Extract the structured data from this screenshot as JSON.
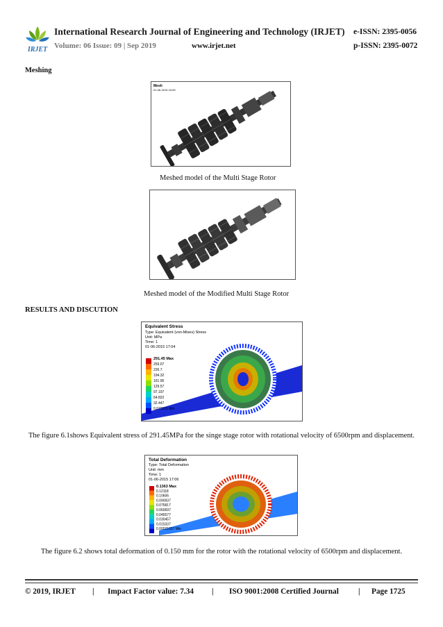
{
  "header": {
    "logo_text": "IRJET",
    "journal_title": "International Research Journal of Engineering and Technology (IRJET)",
    "eissn": "e-ISSN: 2395-0056",
    "volume": "Volume: 06 Issue: 09 | Sep 2019",
    "website": "www.irjet.net",
    "pissn": "p-ISSN: 2395-0072"
  },
  "sections": {
    "meshing_heading": "Meshing",
    "results_heading": "RESULTS AND DISCUTION"
  },
  "figures": {
    "fig1": {
      "label_title": "Mesh",
      "label_date": "01-06-2015 16:59",
      "caption": "Meshed   model of the Multi Stage Rotor"
    },
    "fig2": {
      "caption": "Meshed model of the Modified   Multi Stage Rotor"
    },
    "fig3": {
      "title": "Equivalent Stress",
      "type": "Type: Equivalent (von-Mises) Stress",
      "unit": "Unit: MPa",
      "time": "Time: 1",
      "date": "01-06-2015 17:04",
      "legend_max": "291.45 Max",
      "legend_values": [
        "259.07",
        "226.7",
        "194.32",
        "161.95",
        "129.57",
        "97.197",
        "64.822",
        "32.447",
        "0.072161 Min"
      ],
      "legend_colors": [
        "#d40000",
        "#ff6a00",
        "#ffb400",
        "#e6e600",
        "#8ee000",
        "#1ed760",
        "#00d0c8",
        "#00a8ff",
        "#0050ff",
        "#0000c8"
      ],
      "paragraph": "The figure 6.1shows   Equivalent stress of 291.45MPa for the singe stage   rotor with rotational velocity of  6500rpm and displacement."
    },
    "fig4": {
      "title": "Total Deformation",
      "type": "Type: Total Deformation",
      "unit": "Unit: mm",
      "time": "Time: 1",
      "date": "01-06-2015 17:06",
      "legend_max": "0.1363 Max",
      "legend_values": [
        "0.12118",
        "0.10606",
        "0.090937",
        "0.075817",
        "0.060697",
        "0.045577",
        "0.030457",
        "0.015337",
        "0.00021657 Min"
      ],
      "legend_colors": [
        "#d40000",
        "#ff6a00",
        "#ffb400",
        "#e6e600",
        "#8ee000",
        "#1ed760",
        "#00d0c8",
        "#00a8ff",
        "#0050ff",
        "#0000c8"
      ],
      "paragraph": "The figure 6.2 shows total   deformation of 0.150 mm for the rotor with the rotational velocity of 6500rpm and   displacement."
    }
  },
  "footer": {
    "copyright": "© 2019, IRJET",
    "sep1": "|",
    "impact": "Impact Factor value: 7.34",
    "sep2": "|",
    "iso": "ISO 9001:2008 Certified Journal",
    "sep3": "|",
    "page": "Page 1725"
  }
}
